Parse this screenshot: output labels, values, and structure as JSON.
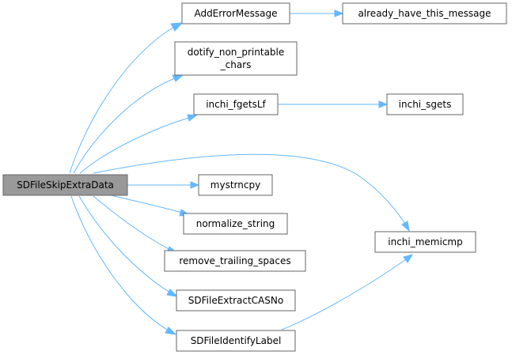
{
  "colors": {
    "root_fill": "#999999",
    "node_fill": "#ffffff",
    "node_border": "#666666",
    "edge": "#63b8ff"
  },
  "nodes": {
    "root": "SDFileSkipExtraData",
    "add_error": "AddErrorMessage",
    "already": "already_have_this_message",
    "dotify_1": "dotify_non_printable",
    "dotify_2": "_chars",
    "fgets": "inchi_fgetsLf",
    "sgets": "inchi_sgets",
    "mystrncpy": "mystrncpy",
    "normalize": "normalize_string",
    "memicmp": "inchi_memicmp",
    "remove_trailing": "remove_trailing_spaces",
    "extract_cas": "SDFileExtractCASNo",
    "identify_label": "SDFileIdentifyLabel"
  }
}
